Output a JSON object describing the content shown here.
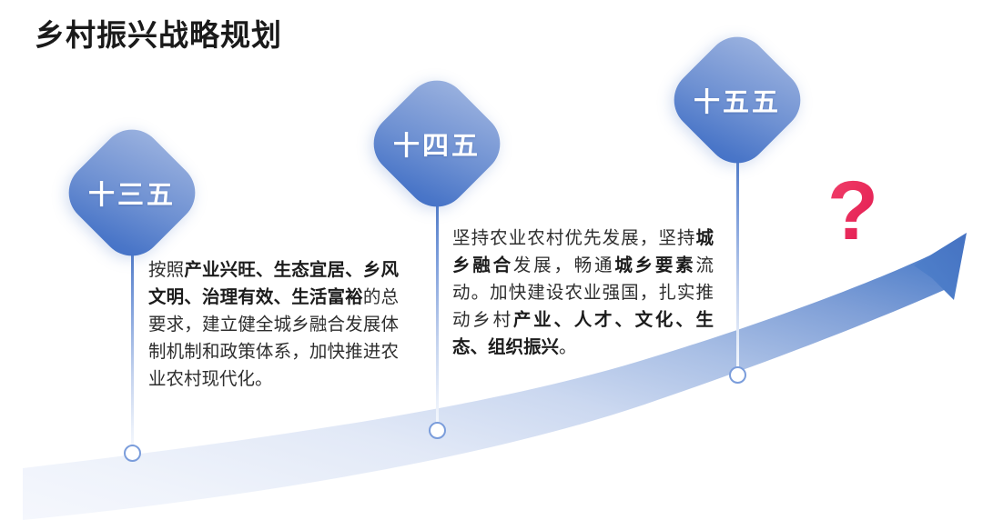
{
  "header": {
    "title": "乡村振兴战略规划"
  },
  "colors": {
    "node_gradient_top": "#9db4e0",
    "node_gradient_bottom": "#4270c6",
    "node_label_text": "#ffffff",
    "body_text": "#2e2e2e",
    "stem_line": "#4a76c4",
    "marker_ring": "#7b9ddb",
    "arrow_light": "#f2f5fc",
    "arrow_dark": "#4a7bc8",
    "question_mark": "#ea2f5d",
    "background": "#ffffff"
  },
  "timeline": {
    "nodes": [
      {
        "id": "node-13th",
        "label": "十三五",
        "marker_icon": "circle-marker-icon",
        "description_runs": [
          {
            "text": "按照",
            "bold": false
          },
          {
            "text": "产业兴旺、生态宜居、乡风文明、治理有效、生活富裕",
            "bold": true
          },
          {
            "text": "的总要求，建立健全城乡融合发展体制机制和政策体系，加快推进农业农村现代化。",
            "bold": false
          }
        ]
      },
      {
        "id": "node-14th",
        "label": "十四五",
        "marker_icon": "circle-marker-icon",
        "description_runs": [
          {
            "text": "坚持农业农村优先发展，坚持",
            "bold": false
          },
          {
            "text": "城乡融合",
            "bold": true
          },
          {
            "text": "发展，畅通",
            "bold": false
          },
          {
            "text": "城乡要素",
            "bold": true
          },
          {
            "text": "流动。加快建设农业强国，扎实推动乡村",
            "bold": false
          },
          {
            "text": "产业、人才、文化、生态、组织振兴",
            "bold": true
          },
          {
            "text": "。",
            "bold": false
          }
        ]
      },
      {
        "id": "node-15th",
        "label": "十五五",
        "marker_icon": "circle-marker-icon",
        "description_runs": []
      }
    ],
    "future_marker": {
      "id": "future-unknown",
      "icon": "question-mark-icon",
      "glyph": "?"
    },
    "trend_arrow": {
      "id": "growth-arrow",
      "icon": "rising-arrow-icon",
      "direction": "up-right"
    }
  }
}
